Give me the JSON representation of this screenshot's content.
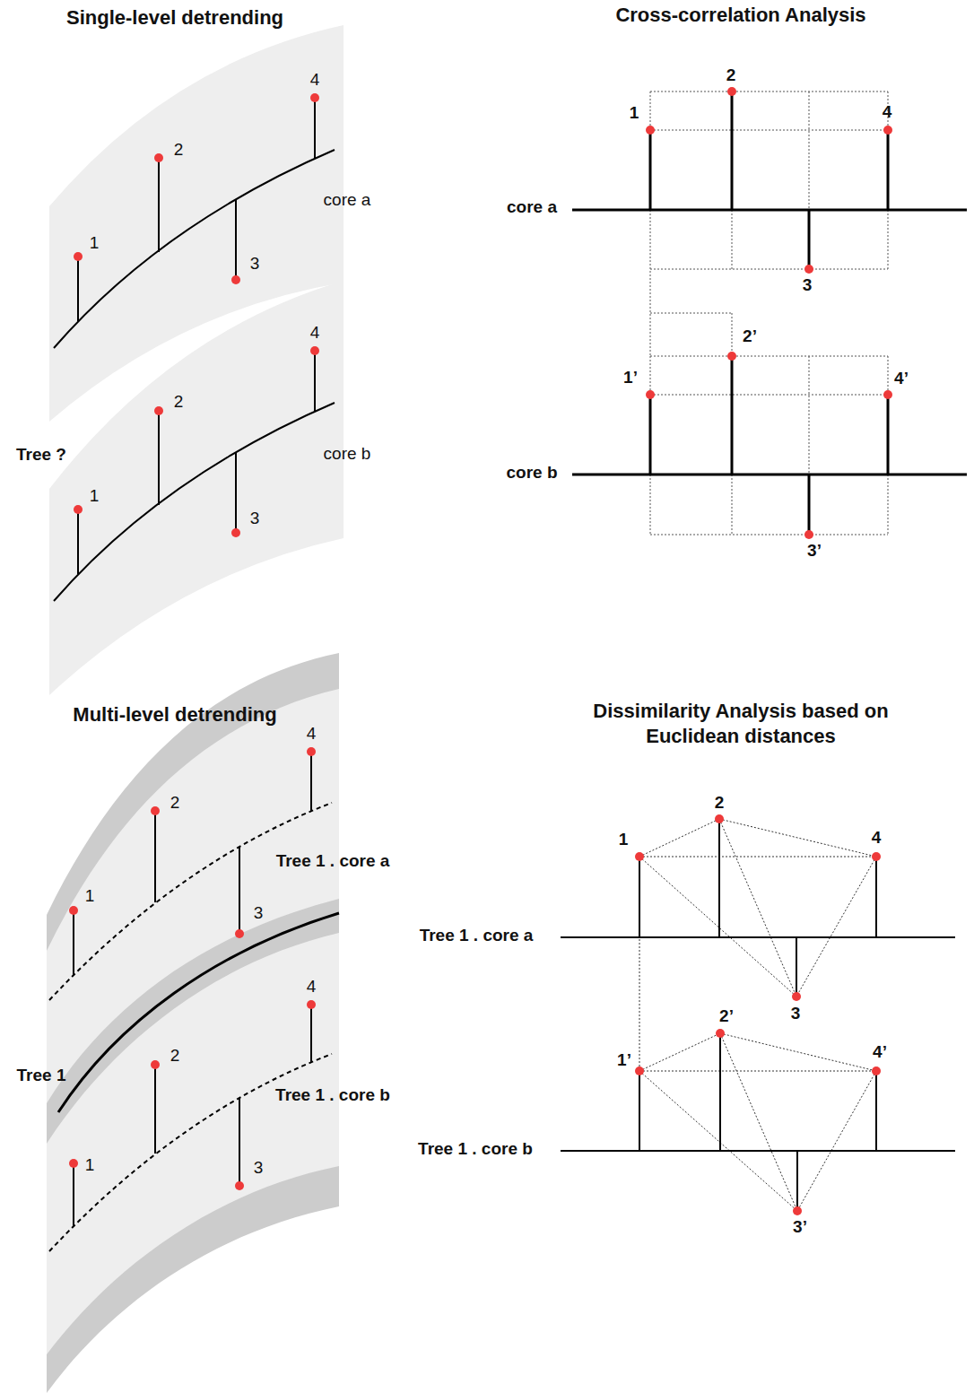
{
  "diagram": {
    "labels": [
      "Single-level detrending",
      "4",
      "2",
      "core a",
      "1",
      "3",
      "4",
      "2",
      "Tree ?",
      "core b",
      "1",
      "3",
      "Cross-correlation Analysis",
      "2",
      "1",
      "4",
      "core a",
      "3",
      "2’",
      "1’",
      "4’",
      "core b",
      "3’",
      "Multi-level detrending",
      "4",
      "2",
      "Tree 1 . core a",
      "1",
      "3",
      "4",
      "2",
      "Tree 1",
      "Tree 1 . core b",
      "1",
      "3",
      "Dissimilarity Analysis based on Euclidean distances",
      "2",
      "1",
      "4",
      "Tree 1 . core a",
      "3",
      "2’",
      "1’",
      "4’",
      "Tree 1 . core b",
      "3’"
    ]
  }
}
